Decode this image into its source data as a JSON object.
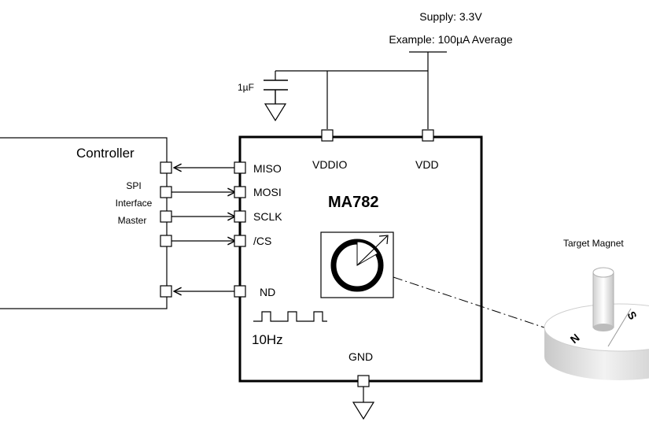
{
  "supply": {
    "line1": "Supply: 3.3V",
    "line2": "Example: 100µA Average"
  },
  "capacitor": {
    "label": "1µF"
  },
  "controller": {
    "title": "Controller",
    "interface_lines": [
      "SPI",
      "Interface",
      "Master"
    ]
  },
  "chip": {
    "name": "MA782",
    "pins": {
      "miso": "MISO",
      "mosi": "MOSI",
      "sclk": "SCLK",
      "cs": "/CS",
      "nd": "ND",
      "vddio": "VDDIO",
      "vdd": "VDD",
      "gnd": "GND"
    },
    "nd_frequency": "10Hz"
  },
  "magnet": {
    "label": "Target Magnet",
    "pole_n": "N",
    "pole_s": "S"
  },
  "colors": {
    "line": "#000000",
    "magnet_body": "#d4d4d4",
    "magnet_top": "#ffffff"
  }
}
